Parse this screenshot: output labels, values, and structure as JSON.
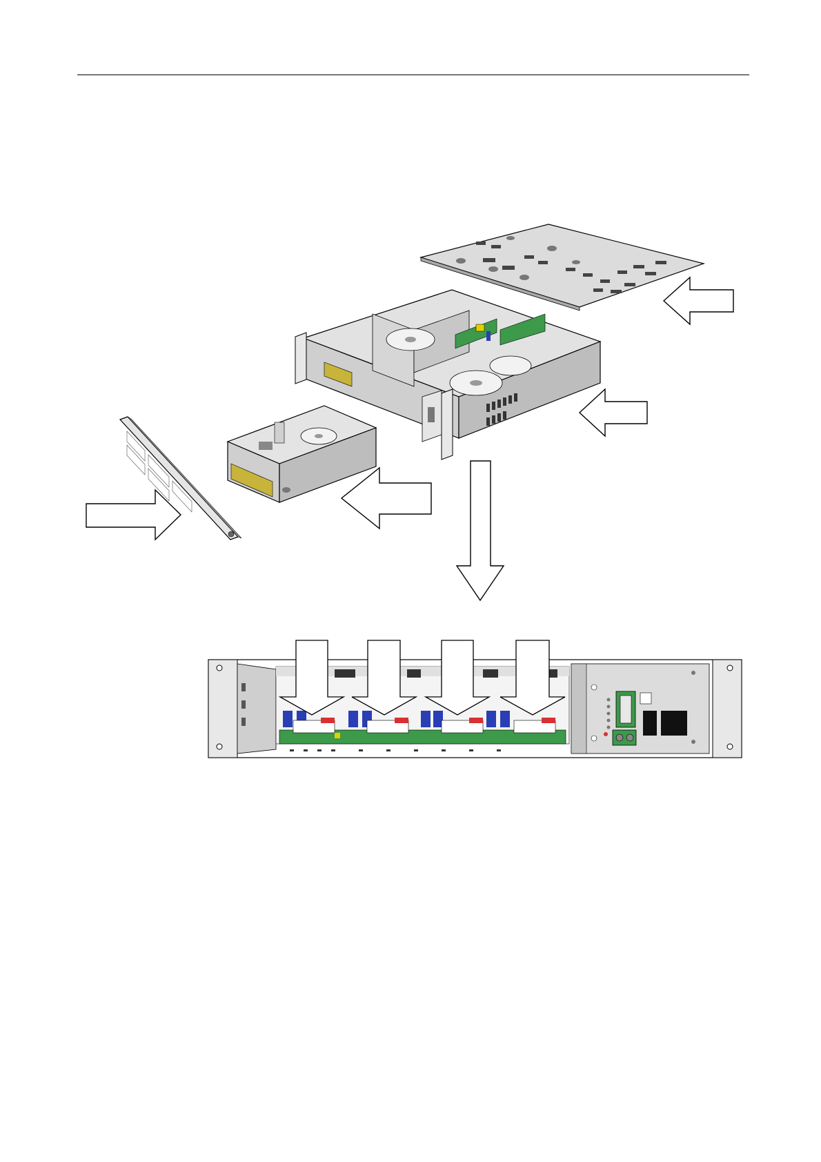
{
  "document": {
    "kind": "assembly-illustration",
    "header_rule": true
  },
  "figure": {
    "components": [
      "top-cover",
      "chassis",
      "rectifier-module",
      "front-panel",
      "assembled-front-view"
    ],
    "arrows": {
      "top_cover": "left",
      "chassis_side": "left",
      "module": "left",
      "front_panel": "right",
      "assembly": "down",
      "slots": "down"
    },
    "slot_count": 4
  },
  "colors": {
    "line": "#000000",
    "metal": "#d9d9d9",
    "metal_dark": "#a6a6a6",
    "pcb_green": "#3c9a4a",
    "pcb_yellow": "#c8b43a",
    "capacitor_blue": "#2a3fb5",
    "connector_red": "#d93030",
    "arrow_fill": "#ffffff"
  }
}
